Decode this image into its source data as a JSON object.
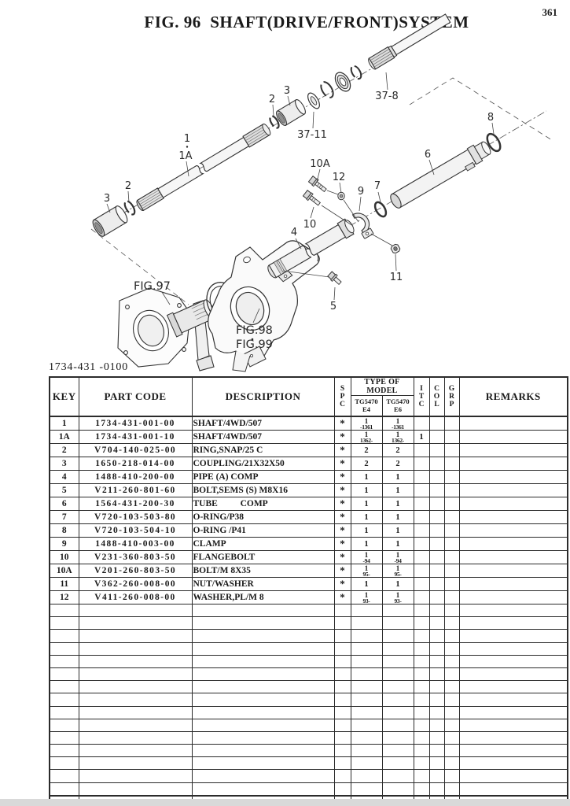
{
  "page": {
    "number": "361",
    "title": "FIG. 96  SHAFT(DRIVE/FRONT)SYSTEM",
    "figure_code": "1734-431 -0100"
  },
  "diagram": {
    "labels": {
      "l1": "1",
      "l1a": "1A",
      "l2_left": "2",
      "l3_left": "3",
      "l2_top": "2",
      "l3_top": "3",
      "l37_8": "37-8",
      "l37_11": "37-11",
      "l4": "4",
      "l5": "5",
      "l6": "6",
      "l7": "7",
      "l8": "8",
      "l9": "9",
      "l10": "10",
      "l10a": "10A",
      "l11": "11",
      "l12": "12",
      "fig97": "FIG.97",
      "fig98": "FIG.98",
      "fig99": "FIG.99"
    }
  },
  "table": {
    "headers": {
      "key": "KEY",
      "part_code": "PART CODE",
      "description": "DESCRIPTION",
      "spc": "S\nP\nC",
      "type_of_model": "TYPE OF MODEL",
      "model_e4": "TG5470\nE4",
      "model_e6": "TG5470\nE6",
      "itc": "I\nT\nC",
      "col": "C\nO\nL",
      "grp": "G\nR\nP",
      "remarks": "REMARKS"
    },
    "rows": [
      {
        "key": "1",
        "part_code": "1734-431-001-00",
        "description": "SHAFT/4WD/507",
        "spc": "*",
        "e4_qty": "1",
        "e4_serial": "-1361",
        "e6_qty": "1",
        "e6_serial": "-1361",
        "itc": "",
        "col": "",
        "grp": "",
        "remarks": ""
      },
      {
        "key": "1A",
        "part_code": "1734-431-001-10",
        "description": "SHAFT/4WD/507",
        "spc": "*",
        "e4_qty": "1",
        "e4_serial": "1362-",
        "e6_qty": "1",
        "e6_serial": "1362-",
        "itc": "1",
        "col": "",
        "grp": "",
        "remarks": ""
      },
      {
        "key": "2",
        "part_code": "V704-140-025-00",
        "description": "RING,SNAP/25 C",
        "spc": "*",
        "e4_qty": "2",
        "e4_serial": "",
        "e6_qty": "2",
        "e6_serial": "",
        "itc": "",
        "col": "",
        "grp": "",
        "remarks": ""
      },
      {
        "key": "3",
        "part_code": "1650-218-014-00",
        "description": "COUPLING/21X32X50",
        "spc": "*",
        "e4_qty": "2",
        "e4_serial": "",
        "e6_qty": "2",
        "e6_serial": "",
        "itc": "",
        "col": "",
        "grp": "",
        "remarks": ""
      },
      {
        "key": "4",
        "part_code": "1488-410-200-00",
        "description": "PIPE (A) COMP",
        "spc": "*",
        "e4_qty": "1",
        "e4_serial": "",
        "e6_qty": "1",
        "e6_serial": "",
        "itc": "",
        "col": "",
        "grp": "",
        "remarks": ""
      },
      {
        "key": "5",
        "part_code": "V211-260-801-60",
        "description": "BOLT,SEMS (S) M8X16",
        "spc": "*",
        "e4_qty": "1",
        "e4_serial": "",
        "e6_qty": "1",
        "e6_serial": "",
        "itc": "",
        "col": "",
        "grp": "",
        "remarks": ""
      },
      {
        "key": "6",
        "part_code": "1564-431-200-30",
        "description": "TUBE          COMP",
        "spc": "*",
        "e4_qty": "1",
        "e4_serial": "",
        "e6_qty": "1",
        "e6_serial": "",
        "itc": "",
        "col": "",
        "grp": "",
        "remarks": ""
      },
      {
        "key": "7",
        "part_code": "V720-103-503-80",
        "description": "O-RING/P38",
        "spc": "*",
        "e4_qty": "1",
        "e4_serial": "",
        "e6_qty": "1",
        "e6_serial": "",
        "itc": "",
        "col": "",
        "grp": "",
        "remarks": ""
      },
      {
        "key": "8",
        "part_code": "V720-103-504-10",
        "description": "O-RING /P41",
        "spc": "*",
        "e4_qty": "1",
        "e4_serial": "",
        "e6_qty": "1",
        "e6_serial": "",
        "itc": "",
        "col": "",
        "grp": "",
        "remarks": ""
      },
      {
        "key": "9",
        "part_code": "1488-410-003-00",
        "description": "CLAMP",
        "spc": "*",
        "e4_qty": "1",
        "e4_serial": "",
        "e6_qty": "1",
        "e6_serial": "",
        "itc": "",
        "col": "",
        "grp": "",
        "remarks": ""
      },
      {
        "key": "10",
        "part_code": "V231-360-803-50",
        "description": "FLANGEBOLT",
        "spc": "*",
        "e4_qty": "1",
        "e4_serial": "-94",
        "e6_qty": "1",
        "e6_serial": "-94",
        "itc": "",
        "col": "",
        "grp": "",
        "remarks": ""
      },
      {
        "key": "10A",
        "part_code": "V201-260-803-50",
        "description": "BOLT/M 8X35",
        "spc": "*",
        "e4_qty": "1",
        "e4_serial": "95-",
        "e6_qty": "1",
        "e6_serial": "95-",
        "itc": "",
        "col": "",
        "grp": "",
        "remarks": ""
      },
      {
        "key": "11",
        "part_code": "V362-260-008-00",
        "description": "NUT/WASHER",
        "spc": "*",
        "e4_qty": "1",
        "e4_serial": "",
        "e6_qty": "1",
        "e6_serial": "",
        "itc": "",
        "col": "",
        "grp": "",
        "remarks": ""
      },
      {
        "key": "12",
        "part_code": "V411-260-008-00",
        "description": "WASHER,PL/M 8",
        "spc": "*",
        "e4_qty": "1",
        "e4_serial": "93-",
        "e6_qty": "1",
        "e6_serial": "93-",
        "itc": "",
        "col": "",
        "grp": "",
        "remarks": ""
      }
    ],
    "empty_row_count": 16
  }
}
